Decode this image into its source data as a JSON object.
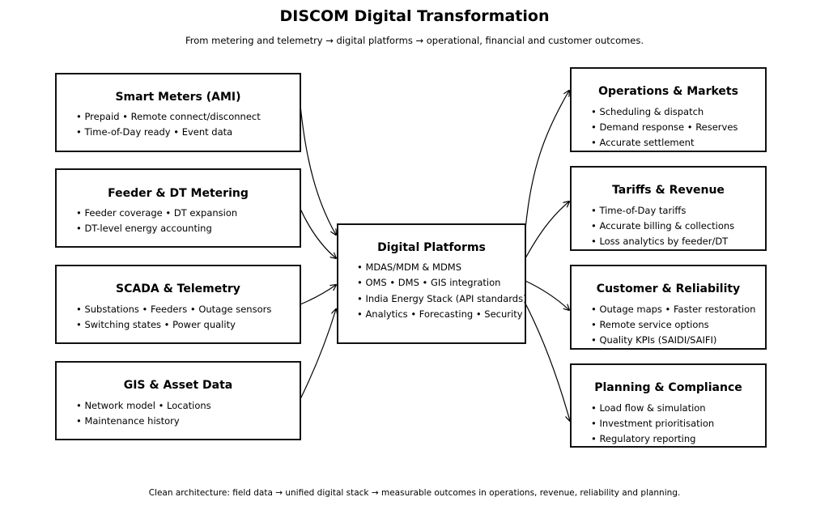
{
  "title": "DISCOM Digital Transformation",
  "subtitle": "From metering and telemetry → digital platforms → operational, financial and customer outcomes.",
  "footer": "Clean architecture: field data → unified digital stack → measurable outcomes in operations, revenue, reliability and planning.",
  "inputs": [
    {
      "title": "Smart Meters (AMI)",
      "bullets": [
        "• Prepaid • Remote connect/disconnect",
        "• Time-of-Day ready • Event data"
      ]
    },
    {
      "title": "Feeder & DT Metering",
      "bullets": [
        "• Feeder coverage • DT expansion",
        "• DT-level energy accounting"
      ]
    },
    {
      "title": "SCADA & Telemetry",
      "bullets": [
        "• Substations • Feeders • Outage sensors",
        "• Switching states • Power quality"
      ]
    },
    {
      "title": "GIS & Asset Data",
      "bullets": [
        "• Network model • Locations",
        "• Maintenance history"
      ]
    }
  ],
  "hub": {
    "title": "Digital Platforms",
    "bullets": [
      "• MDAS/MDM & MDMS",
      "• OMS • DMS • GIS integration",
      "• India Energy Stack (API standards)",
      "• Analytics • Forecasting • Security"
    ]
  },
  "outcomes": [
    {
      "title": "Operations & Markets",
      "bullets": [
        "• Scheduling & dispatch",
        "• Demand response • Reserves",
        "• Accurate settlement"
      ]
    },
    {
      "title": "Tariffs & Revenue",
      "bullets": [
        "• Time-of-Day tariffs",
        "• Accurate billing & collections",
        "• Loss analytics by feeder/DT"
      ]
    },
    {
      "title": "Customer & Reliability",
      "bullets": [
        "• Outage maps • Faster restoration",
        "• Remote service options",
        "• Quality KPIs (SAIDI/SAIFI)"
      ]
    },
    {
      "title": "Planning & Compliance",
      "bullets": [
        "• Load flow & simulation",
        "• Investment prioritisation",
        "• Regulatory reporting"
      ]
    }
  ]
}
